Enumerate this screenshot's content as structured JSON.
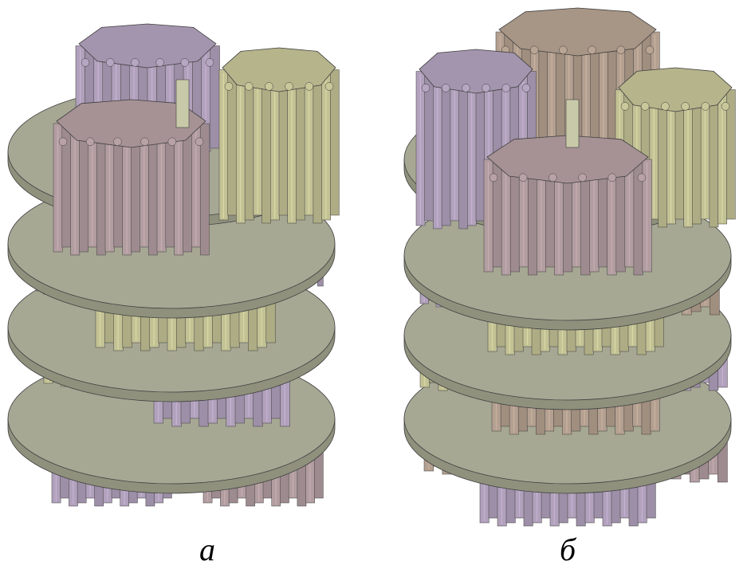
{
  "panels": [
    {
      "id": "a",
      "caption": "а",
      "disk_count": 4,
      "colors": {
        "disk": "#a7a894",
        "disk_edge": "#8f917d",
        "stroke": "#3f3f3f",
        "purple": "#b6a6c2",
        "olive": "#c9c89a",
        "mauve": "#b8a2a6",
        "brown": "#baa594"
      }
    },
    {
      "id": "b",
      "caption": "б",
      "disk_count": 4,
      "colors": {
        "disk": "#a7a894",
        "disk_edge": "#8f917d",
        "stroke": "#3f3f3f",
        "purple": "#b6a6c2",
        "olive": "#c9c89a",
        "mauve": "#b8a2a6",
        "brown": "#baa594"
      }
    }
  ]
}
